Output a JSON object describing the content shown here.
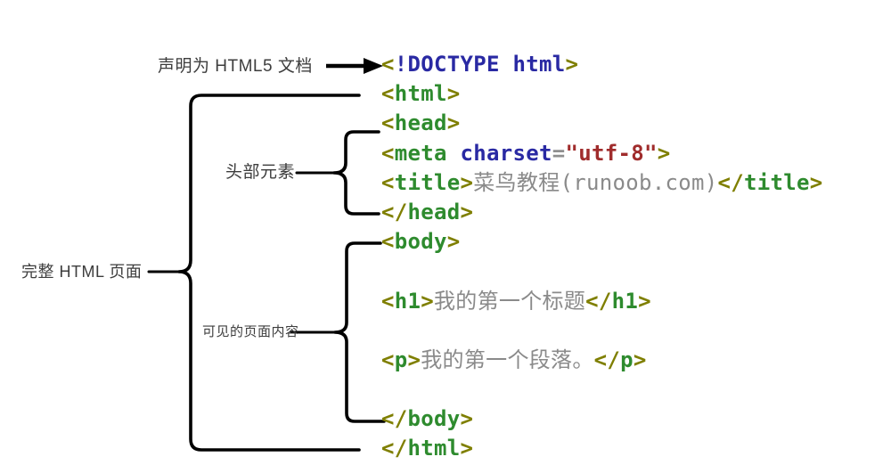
{
  "diagram": {
    "annotations": {
      "doctype_label": "声明为 HTML5 文档",
      "head_label": "头部元素",
      "page_label": "完整 HTML 页面",
      "body_label": "可见的页面内容"
    },
    "colors": {
      "background": "#ffffff",
      "line": "#000000",
      "annotation": "#3d3d3d",
      "punct": "#7f7f00",
      "tag": "#2e8b2e",
      "doctype": "#2929a3",
      "attr_name": "#2929a3",
      "equals": "#8f8f8f",
      "attr_value": "#a02c2c",
      "text": "#8a8a8a"
    },
    "code": {
      "lines": [
        [
          {
            "t": "punct",
            "v": "<"
          },
          {
            "t": "doctype",
            "v": "!DOCTYPE html"
          },
          {
            "t": "punct",
            "v": ">"
          }
        ],
        [
          {
            "t": "punct",
            "v": "<"
          },
          {
            "t": "tag",
            "v": "html"
          },
          {
            "t": "punct",
            "v": ">"
          }
        ],
        [
          {
            "t": "punct",
            "v": "<"
          },
          {
            "t": "tag",
            "v": "head"
          },
          {
            "t": "punct",
            "v": ">"
          }
        ],
        [
          {
            "t": "punct",
            "v": "<"
          },
          {
            "t": "tag",
            "v": "meta"
          },
          {
            "t": "plain",
            "v": " "
          },
          {
            "t": "attr",
            "v": "charset"
          },
          {
            "t": "eq",
            "v": "="
          },
          {
            "t": "str",
            "v": "\"utf-8\""
          },
          {
            "t": "punct",
            "v": ">"
          }
        ],
        [
          {
            "t": "punct",
            "v": "<"
          },
          {
            "t": "tag",
            "v": "title"
          },
          {
            "t": "punct",
            "v": ">"
          },
          {
            "t": "text",
            "v": "菜鸟教程(runoob.com)"
          },
          {
            "t": "punct",
            "v": "</"
          },
          {
            "t": "tag",
            "v": "title"
          },
          {
            "t": "punct",
            "v": ">"
          }
        ],
        [
          {
            "t": "punct",
            "v": "</"
          },
          {
            "t": "tag",
            "v": "head"
          },
          {
            "t": "punct",
            "v": ">"
          }
        ],
        [
          {
            "t": "punct",
            "v": "<"
          },
          {
            "t": "tag",
            "v": "body"
          },
          {
            "t": "punct",
            "v": ">"
          }
        ],
        [],
        [
          {
            "t": "punct",
            "v": "<"
          },
          {
            "t": "tag",
            "v": "h1"
          },
          {
            "t": "punct",
            "v": ">"
          },
          {
            "t": "text",
            "v": "我的第一个标题"
          },
          {
            "t": "punct",
            "v": "</"
          },
          {
            "t": "tag",
            "v": "h1"
          },
          {
            "t": "punct",
            "v": ">"
          }
        ],
        [],
        [
          {
            "t": "punct",
            "v": "<"
          },
          {
            "t": "tag",
            "v": "p"
          },
          {
            "t": "punct",
            "v": ">"
          },
          {
            "t": "text",
            "v": "我的第一个段落。"
          },
          {
            "t": "punct",
            "v": "</"
          },
          {
            "t": "tag",
            "v": "p"
          },
          {
            "t": "punct",
            "v": ">"
          }
        ],
        [],
        [
          {
            "t": "punct",
            "v": "</"
          },
          {
            "t": "tag",
            "v": "body"
          },
          {
            "t": "punct",
            "v": ">"
          }
        ],
        [
          {
            "t": "punct",
            "v": "</"
          },
          {
            "t": "tag",
            "v": "html"
          },
          {
            "t": "punct",
            "v": ">"
          }
        ]
      ]
    }
  }
}
